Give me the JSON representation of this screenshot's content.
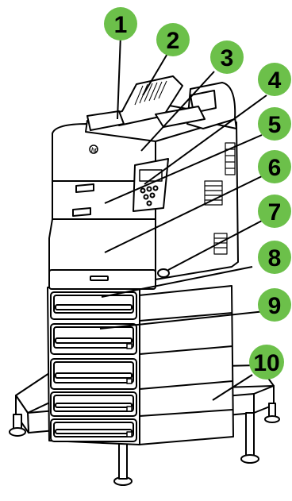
{
  "figure": {
    "device": "printer-with-paper-trays",
    "brand_logo": "hp",
    "colors": {
      "callout_fill": "#6cc04a",
      "callout_text": "#000000",
      "line": "#000000",
      "printer_body": "#ffffff"
    },
    "callouts": [
      {
        "id": 1,
        "label": "1"
      },
      {
        "id": 2,
        "label": "2"
      },
      {
        "id": 3,
        "label": "3"
      },
      {
        "id": 4,
        "label": "4"
      },
      {
        "id": 5,
        "label": "5"
      },
      {
        "id": 6,
        "label": "6"
      },
      {
        "id": 7,
        "label": "7"
      },
      {
        "id": 8,
        "label": "8"
      },
      {
        "id": 9,
        "label": "9"
      },
      {
        "id": 10,
        "label": "10"
      }
    ]
  }
}
